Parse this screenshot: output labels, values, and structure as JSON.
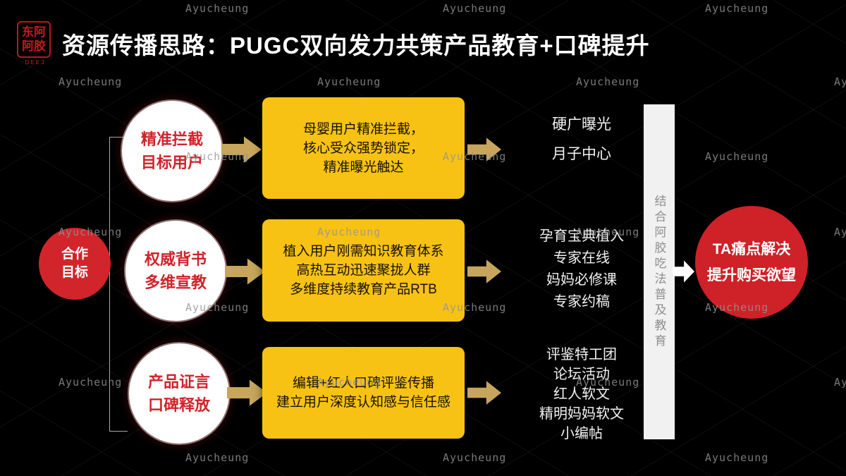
{
  "watermark": {
    "text": "Ayucheung"
  },
  "header": {
    "logo": {
      "seal_chars": "东阿阿胶",
      "seal_sub": "DEEJ"
    },
    "title": "资源传播思路：PUGC双向发力共策产品教育+口碑提升"
  },
  "goal_circle": {
    "line1": "合作",
    "line2": "目标"
  },
  "rows": [
    {
      "circle": {
        "line1": "精准拦截",
        "line2": "目标用户"
      },
      "box": {
        "line1": "母婴用户精准拦截，",
        "line2": "核心受众强势锁定，",
        "line3": "精准曝光触达"
      },
      "outputs": [
        "硬广曝光",
        "月子中心"
      ]
    },
    {
      "circle": {
        "line1": "权威背书",
        "line2": "多维宣教"
      },
      "box": {
        "line1": "植入用户刚需知识教育体系",
        "line2": "高热互动迅速聚拢人群",
        "line3": "多维度持续教育产品RTB"
      },
      "outputs": [
        "孕育宝典植入",
        "专家在线",
        "妈妈必修课",
        "专家约稿"
      ]
    },
    {
      "circle": {
        "line1": "产品证言",
        "line2": "口碑释放"
      },
      "box": {
        "line1": "编辑+红人口碑评鉴传播",
        "line2": "建立用户深度认知感与信任感"
      },
      "outputs": [
        "评鉴特工团",
        "论坛活动",
        "红人软文",
        "精明妈妈软文",
        "小编帖"
      ]
    }
  ],
  "bar": {
    "vertical_text": "结合阿胶吃法普及教育"
  },
  "result_circle": {
    "line1": "TA痛点解决",
    "line2": "提升购买欲望"
  },
  "colors": {
    "accent_red": "#d0232a",
    "circle_red": "#cf2128",
    "box_yellow": "#f7c214",
    "arrow_tan": "#c7a55c",
    "bar_white": "#f1f1f1"
  }
}
